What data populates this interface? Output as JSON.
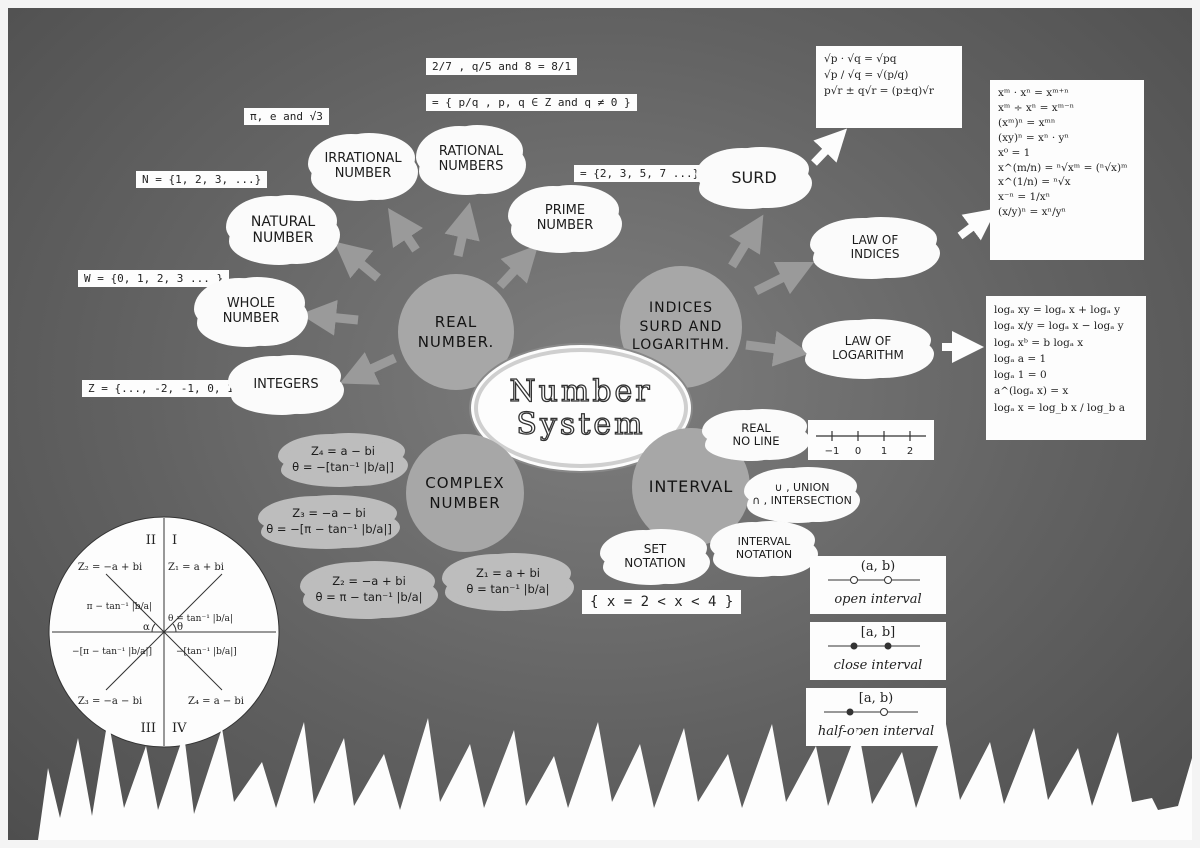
{
  "title": {
    "line1": "Number",
    "line2": "System"
  },
  "hubs": {
    "real": {
      "line1": "REAL",
      "line2": "NUMBER."
    },
    "indices": {
      "line1": "INDICES",
      "line2": "SURD AND",
      "line3": "LOGARITHM."
    },
    "complex": {
      "line1": "COMPLEX",
      "line2": "NUMBER"
    },
    "interval": {
      "line1": "INTERVAL"
    }
  },
  "real_branches": {
    "irrational": {
      "line1": "IRRATIONAL",
      "line2": "NUMBER",
      "example": "π, e  and  √3"
    },
    "rational": {
      "line1": "RATIONAL",
      "line2": "NUMBERS",
      "example1": "2/7 , q/5  and  8 = 8/1",
      "example2": "= { p/q , p, q ∈ Z  and  q ≠ 0 }"
    },
    "prime": {
      "line1": "PRIME",
      "line2": "NUMBER",
      "example": "= {2, 3, 5, 7 ...}"
    },
    "natural": {
      "line1": "NATURAL",
      "line2": "NUMBER",
      "example": "N = {1, 2, 3, ...}"
    },
    "whole": {
      "line1": "WHOLE",
      "line2": "NUMBER",
      "example": "W = {0, 1, 2, 3 ... }"
    },
    "integers": {
      "line1": "INTEGERS",
      "example": "Z = {..., -2, -1, 0, 1, 2, ...}"
    }
  },
  "indices_branches": {
    "surd": {
      "label": "SURD",
      "rules": [
        "√p · √q = √pq",
        "√p / √q = √(p/q)",
        "p√r ± q√r = (p±q)√r"
      ]
    },
    "law_indices": {
      "line1": "LAW OF",
      "line2": "INDICES",
      "rules": [
        "xᵐ · xⁿ = xᵐ⁺ⁿ",
        "xᵐ ÷ xⁿ = xᵐ⁻ⁿ",
        "(xᵐ)ⁿ = xᵐⁿ",
        "(xy)ⁿ = xⁿ · yⁿ",
        "x⁰ = 1",
        "x^(m/n) = ⁿ√xᵐ = (ⁿ√x)ᵐ",
        "x^(1/n) = ⁿ√x",
        "x⁻ⁿ = 1/xⁿ",
        "(x/y)ⁿ = xⁿ/yⁿ"
      ]
    },
    "law_logarithm": {
      "line1": "LAW OF",
      "line2": "LOGARITHM",
      "rules": [
        "logₐ xy = logₐ x + logₐ y",
        "logₐ x/y = logₐ x − logₐ y",
        "logₐ xᵇ = b logₐ x",
        "logₐ a = 1",
        "logₐ 1 = 0",
        "a^(logₐ x) = x",
        "logₐ x = log_b x / log_b a"
      ]
    }
  },
  "complex_branches": {
    "z4": {
      "line1": "Z₄ = a − bi",
      "line2": "θ = −[tan⁻¹ |b/a|]"
    },
    "z3": {
      "line1": "Z₃ = −a − bi",
      "line2": "θ = −[π − tan⁻¹ |b/a|]"
    },
    "z2": {
      "line1": "Z₂ = −a + bi",
      "line2": "θ = π − tan⁻¹ |b/a|"
    },
    "z1": {
      "line1": "Z₁ = a + bi",
      "line2": "θ = tan⁻¹ |b/a|"
    }
  },
  "argand": {
    "quadrant_1": "I",
    "quadrant_2": "II",
    "quadrant_3": "III",
    "quadrant_4": "IV",
    "z1": "Z₁ = a + bi",
    "z2": "Z₂ = −a + bi",
    "z3": "Z₃ = −a − bi",
    "z4": "Z₄ = a − bi",
    "angle_q1": "θ = tan⁻¹ |b/a|",
    "angle_q2": "π − tan⁻¹ |b/a|",
    "angle_q3": "−[π − tan⁻¹ |b/a|]",
    "angle_q4": "−[tan⁻¹ |b/a|]",
    "alpha": "α",
    "theta": "θ"
  },
  "interval_branches": {
    "real_line": {
      "line1": "REAL",
      "line2": "NO LINE",
      "ticks": [
        "−1",
        "0",
        "1",
        "2"
      ]
    },
    "union": {
      "line1": "∪ , UNION",
      "line2": "∩ , INTERSECTION"
    },
    "interval_notation": {
      "line1": "INTERVAL",
      "line2": "NOTATION"
    },
    "set_notation": {
      "line1": "SET",
      "line2": "NOTATION",
      "example": "{ x = 2 < x < 4 }"
    },
    "open": {
      "notation": "(a, b)",
      "name": "open interval"
    },
    "close": {
      "notation": "[a, b]",
      "name": "close interval"
    },
    "half_open": {
      "notation": "[a, b)",
      "name": "half-open interval"
    }
  },
  "colors": {
    "board": "#626262",
    "hub": "#a7a7a7",
    "card": "#fdfdfd",
    "arrow": "#9a9a9a"
  }
}
